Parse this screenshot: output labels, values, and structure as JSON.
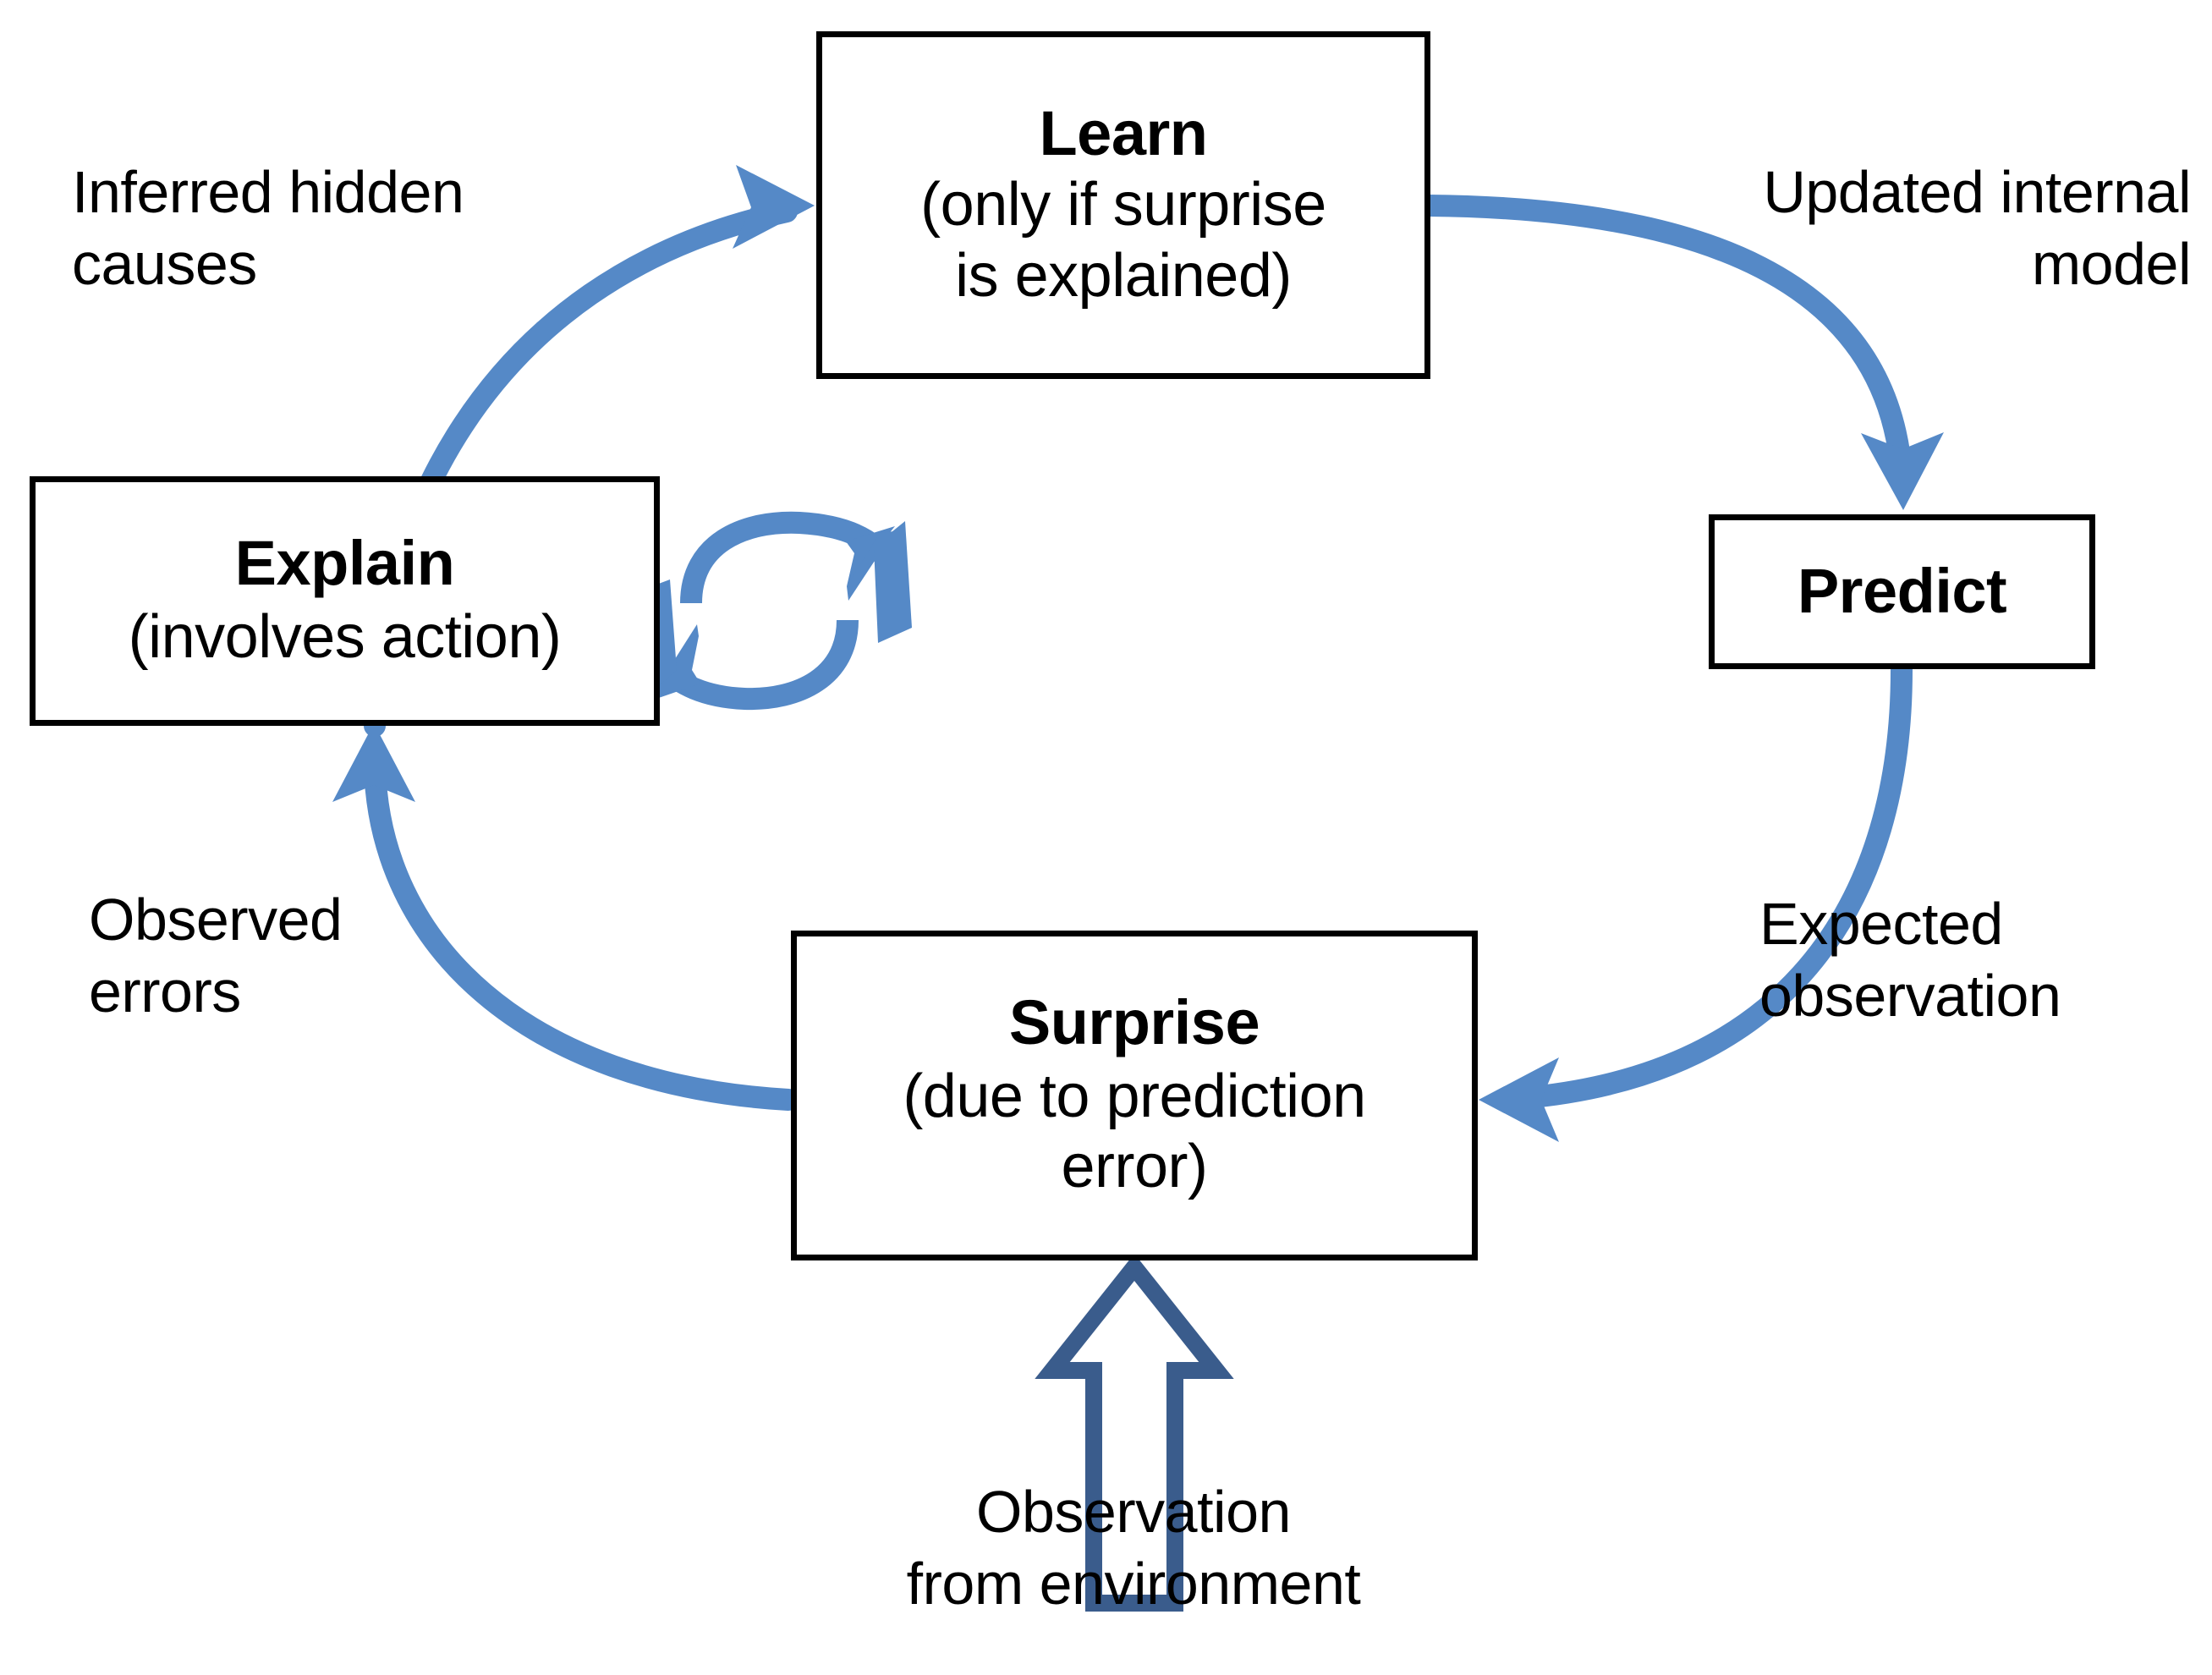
{
  "diagram": {
    "title": "Perception-action cycle: Learn, Predict, Surprise, Explain",
    "accent_blue": "#5589c7",
    "outline_arrow_blue": "#3a5c8c",
    "box_border": "#000000",
    "background": "#ffffff"
  },
  "nodes": [
    {
      "id": "learn",
      "title": "Learn",
      "subtitle": "(only if surprise\nis explained)"
    },
    {
      "id": "predict",
      "title": "Predict",
      "subtitle": ""
    },
    {
      "id": "surprise",
      "title": "Surprise",
      "subtitle": "(due to prediction\nerror)"
    },
    {
      "id": "explain",
      "title": "Explain",
      "subtitle": "(involves action)"
    }
  ],
  "edges": [
    {
      "id": "explain-to-learn",
      "from": "explain",
      "to": "learn",
      "label": "Inferred hidden\ncauses",
      "style": "curved-arrow"
    },
    {
      "id": "learn-to-predict",
      "from": "learn",
      "to": "predict",
      "label": "Updated internal\nmodel",
      "style": "curved-arrow"
    },
    {
      "id": "predict-to-surprise",
      "from": "predict",
      "to": "surprise",
      "label": "Expected\nobservation",
      "style": "curved-arrow"
    },
    {
      "id": "surprise-to-explain",
      "from": "surprise",
      "to": "explain",
      "label": "Observed\nerrors",
      "style": "curved-arrow"
    },
    {
      "id": "environment-to-surprise",
      "from": "environment",
      "to": "surprise",
      "label": "Observation\nfrom environment",
      "style": "hollow-block-arrow"
    }
  ],
  "icons": {
    "recursion": {
      "name": "circular-refresh-icon",
      "description": "two curved arrows forming a loop next to the Explain box"
    }
  }
}
